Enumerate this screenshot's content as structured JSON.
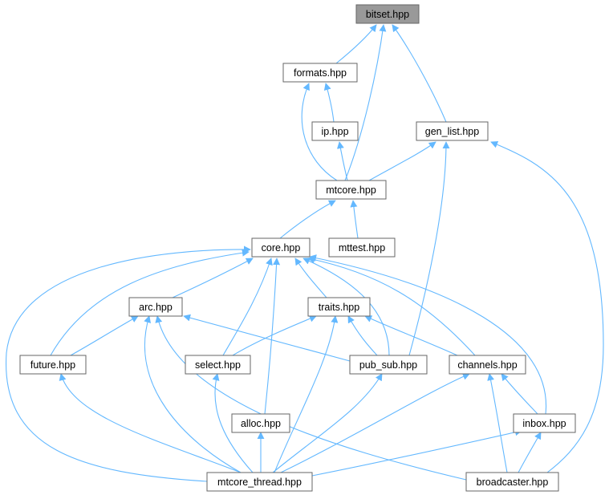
{
  "diagram": {
    "edge_color": "#63b8ff",
    "current_node_color": "#999999",
    "nodes": [
      {
        "id": "bitset",
        "label": "bitset.hpp",
        "current": true
      },
      {
        "id": "formats",
        "label": "formats.hpp"
      },
      {
        "id": "ip",
        "label": "ip.hpp"
      },
      {
        "id": "gen_list",
        "label": "gen_list.hpp"
      },
      {
        "id": "mtcore",
        "label": "mtcore.hpp"
      },
      {
        "id": "core",
        "label": "core.hpp"
      },
      {
        "id": "mttest",
        "label": "mttest.hpp"
      },
      {
        "id": "arc",
        "label": "arc.hpp"
      },
      {
        "id": "traits",
        "label": "traits.hpp"
      },
      {
        "id": "future",
        "label": "future.hpp"
      },
      {
        "id": "select",
        "label": "select.hpp"
      },
      {
        "id": "pub_sub",
        "label": "pub_sub.hpp"
      },
      {
        "id": "channels",
        "label": "channels.hpp"
      },
      {
        "id": "alloc",
        "label": "alloc.hpp"
      },
      {
        "id": "inbox",
        "label": "inbox.hpp"
      },
      {
        "id": "mtcore_thread",
        "label": "mtcore_thread.hpp"
      },
      {
        "id": "broadcaster",
        "label": "broadcaster.hpp"
      }
    ],
    "edges": [
      [
        "formats",
        "bitset"
      ],
      [
        "mtcore",
        "bitset"
      ],
      [
        "gen_list",
        "bitset"
      ],
      [
        "ip",
        "formats"
      ],
      [
        "mtcore",
        "formats"
      ],
      [
        "mtcore",
        "ip"
      ],
      [
        "mtcore",
        "gen_list"
      ],
      [
        "pub_sub",
        "gen_list"
      ],
      [
        "broadcaster",
        "gen_list"
      ],
      [
        "core",
        "mtcore"
      ],
      [
        "mttest",
        "mtcore"
      ],
      [
        "arc",
        "core"
      ],
      [
        "traits",
        "core"
      ],
      [
        "future",
        "core"
      ],
      [
        "select",
        "core"
      ],
      [
        "pub_sub",
        "core"
      ],
      [
        "channels",
        "core"
      ],
      [
        "alloc",
        "core"
      ],
      [
        "inbox",
        "core"
      ],
      [
        "mtcore_thread",
        "core"
      ],
      [
        "future",
        "arc"
      ],
      [
        "pub_sub",
        "arc"
      ],
      [
        "mtcore_thread",
        "arc"
      ],
      [
        "broadcaster",
        "arc"
      ],
      [
        "select",
        "traits"
      ],
      [
        "pub_sub",
        "traits"
      ],
      [
        "channels",
        "traits"
      ],
      [
        "mtcore_thread",
        "traits"
      ],
      [
        "mtcore_thread",
        "future"
      ],
      [
        "mtcore_thread",
        "select"
      ],
      [
        "mtcore_thread",
        "pub_sub"
      ],
      [
        "inbox",
        "channels"
      ],
      [
        "mtcore_thread",
        "channels"
      ],
      [
        "broadcaster",
        "channels"
      ],
      [
        "mtcore_thread",
        "alloc"
      ],
      [
        "mtcore_thread",
        "inbox"
      ],
      [
        "broadcaster",
        "inbox"
      ]
    ]
  }
}
